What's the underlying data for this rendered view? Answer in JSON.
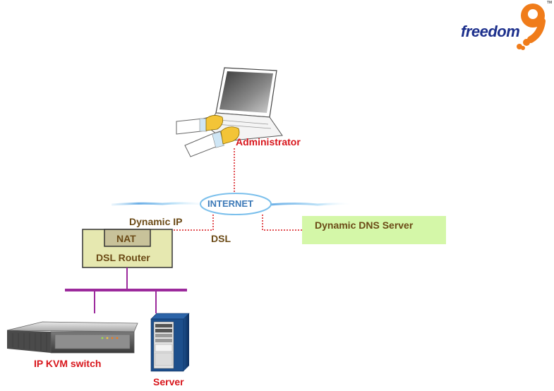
{
  "logo": {
    "wordmark": "freedom",
    "numeral": "9",
    "trademark": "TM",
    "colors": {
      "wordmark": "#1c2f8c",
      "numeral": "#f07c1a"
    }
  },
  "diagram": {
    "nodes": {
      "administrator": {
        "label": "Administrator",
        "icon": "laptop-with-hands-icon"
      },
      "internet": {
        "label": "INTERNET",
        "icon": "cloud-ellipse-icon"
      },
      "dsl_router": {
        "label": "DSL Router",
        "inner_label": "NAT"
      },
      "dns_server": {
        "label": "Dynamic DNS Server"
      },
      "kvm_switch": {
        "label": "IP KVM switch",
        "icon": "rack-switch-icon"
      },
      "server": {
        "label": "Server",
        "icon": "tower-server-icon"
      }
    },
    "link_labels": {
      "dynamic_ip": "Dynamic IP",
      "dsl": "DSL"
    },
    "colors": {
      "node_label": "#d8161c",
      "link_label": "#6b4a16",
      "dotted_link": "#d8161c",
      "lan_bus": "#9c2a9c",
      "router_fill": "#e6e8b0",
      "nat_fill": "#c8c29a",
      "dns_fill": "#d4f7a8",
      "internet_text": "#3d7ab8"
    }
  }
}
